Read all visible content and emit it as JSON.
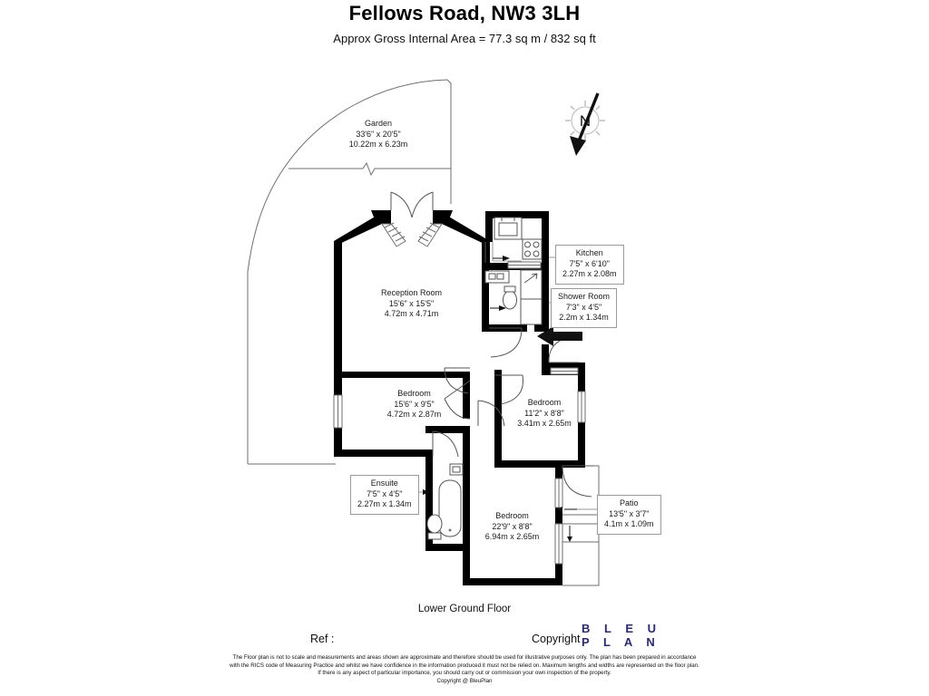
{
  "header": {
    "title": "Fellows Road, NW3 3LH",
    "area_note": "Approx Gross Internal Area = 77.3 sq m / 832 sq ft"
  },
  "compass": {
    "label": "N",
    "direction": "north-arrow pointing down-left"
  },
  "rooms": [
    {
      "key": "garden",
      "name": "Garden",
      "imperial": "33'6\" x 20'5\"",
      "metric": "10.22m x 6.23m",
      "boxed": false
    },
    {
      "key": "reception",
      "name": "Reception Room",
      "imperial": "15'6\" x 15'5\"",
      "metric": "4.72m x 4.71m",
      "boxed": false
    },
    {
      "key": "kitchen",
      "name": "Kitchen",
      "imperial": "7'5\" x 6'10\"",
      "metric": "2.27m x 2.08m",
      "boxed": true
    },
    {
      "key": "shower",
      "name": "Shower Room",
      "imperial": "7'3\" x 4'5\"",
      "metric": "2.2m x 1.34m",
      "boxed": true
    },
    {
      "key": "bedroom1",
      "name": "Bedroom",
      "imperial": "15'6\" x 9'5\"",
      "metric": "4.72m x 2.87m",
      "boxed": false
    },
    {
      "key": "bedroom2",
      "name": "Bedroom",
      "imperial": "11'2\" x 8'8\"",
      "metric": "3.41m x 2.65m",
      "boxed": false
    },
    {
      "key": "bedroom3",
      "name": "Bedroom",
      "imperial": "22'9\" x 8'8\"",
      "metric": "6.94m x 2.65m",
      "boxed": false
    },
    {
      "key": "ensuite",
      "name": "Ensuite",
      "imperial": "7'5\" x 4'5\"",
      "metric": "2.27m x 1.34m",
      "boxed": true
    },
    {
      "key": "patio",
      "name": "Patio",
      "imperial": "13'5\" x 3'7\"",
      "metric": "4.1m x 1.09m",
      "boxed": true
    }
  ],
  "footer": {
    "floor_name": "Lower Ground Floor",
    "ref_label": "Ref  :",
    "copyright_label": "Copyright",
    "logo_line1": "B L E U",
    "logo_line2": "P L A N",
    "logo_color": "#2a2a6a",
    "disclaimer_line1": "The Floor plan is not to scale and measurements and areas shown are approximate and therefore should be used for illustrative purposes only. The plan has been prepared in accordance",
    "disclaimer_line2": "with the RICS code of Measuring Practice and whilst we have confidence in the information produced it must not be relied on. Maximum lengths and widths are represented on the floor plan.",
    "disclaimer_line3": "If there is any aspect of particular importance, you should carry out or commission your own inspection of the property.",
    "disclaimer_line4": "Copyright @ BleuPlan"
  },
  "style": {
    "wall_color": "#000000",
    "thin_line_color": "#6f6f6f",
    "fixture_line_color": "#555555",
    "background": "#ffffff"
  }
}
